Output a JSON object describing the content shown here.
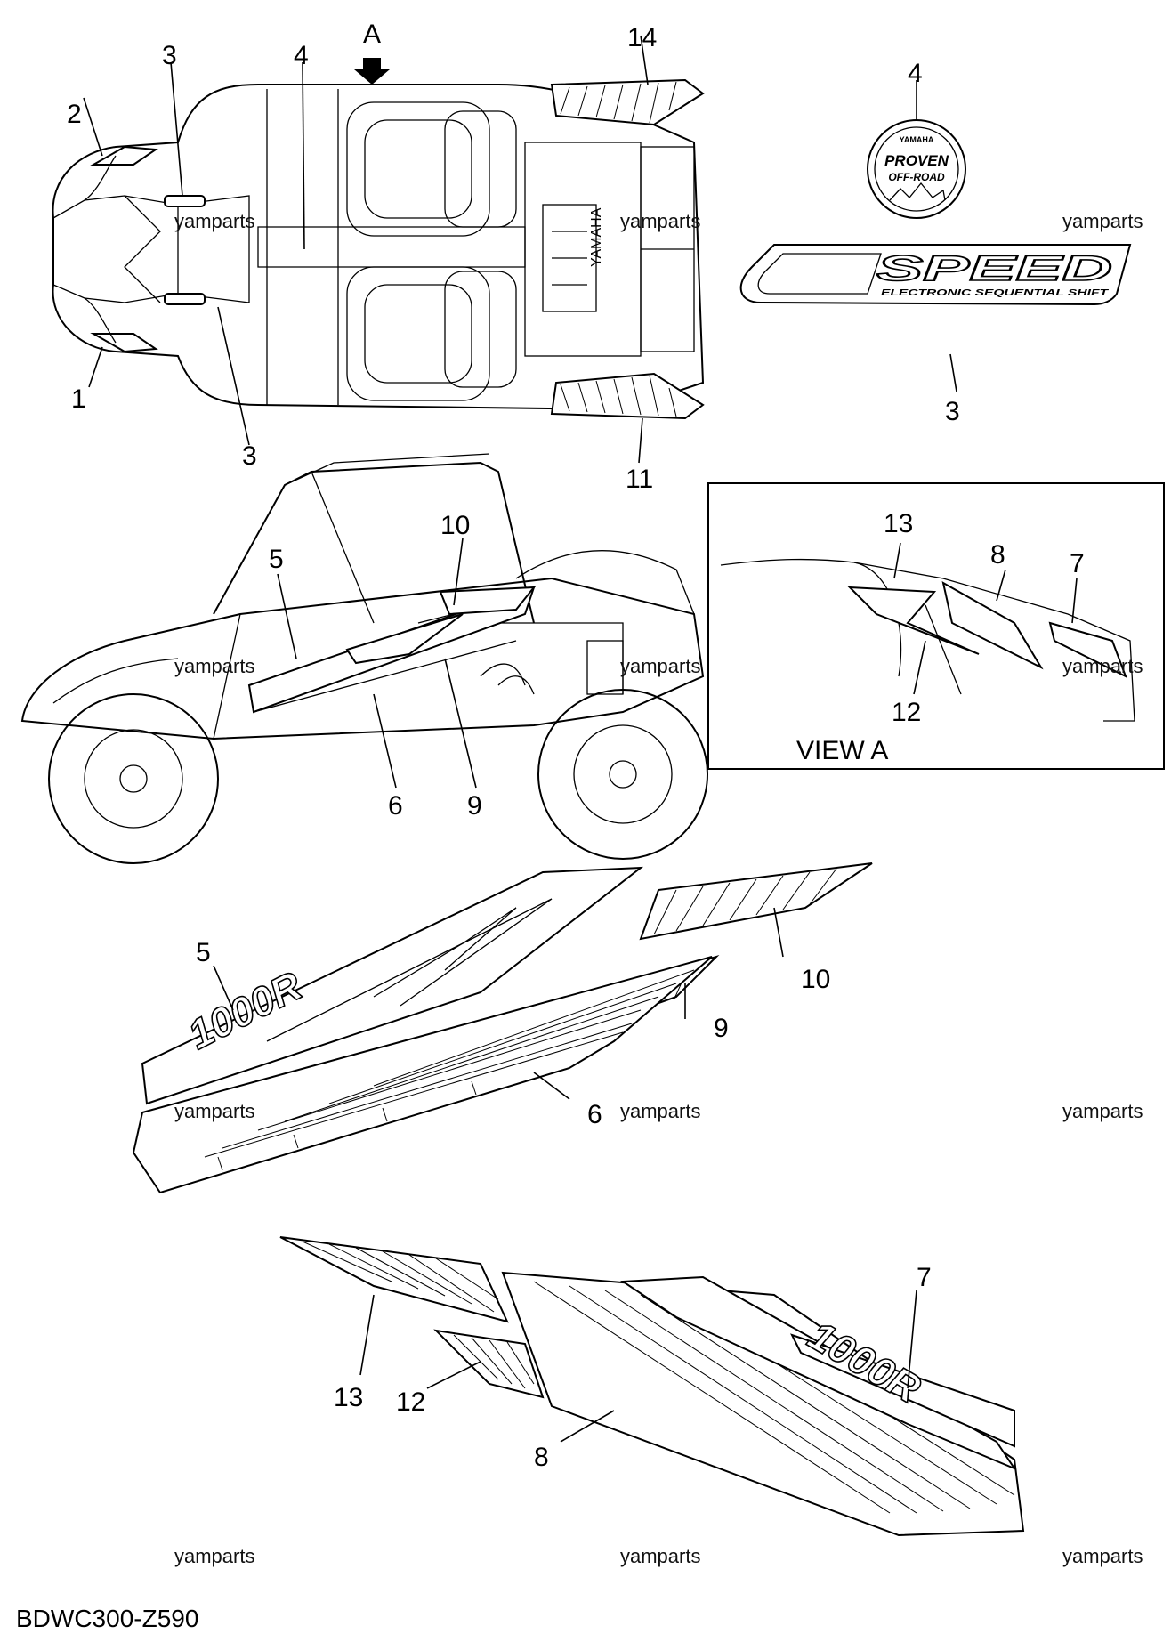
{
  "diagram": {
    "code": "BDWC300-Z590",
    "view_label": "VIEW A",
    "arrow_label": "A",
    "watermark": "yamparts",
    "badge": {
      "brand": "YAMAHA",
      "line1": "PROVEN",
      "line2": "OFF-ROAD"
    },
    "speed_decal": {
      "big": "SPEED",
      "small": "ELECTRONIC SEQUENTIAL SHIFT"
    },
    "model_text": "1000R",
    "hood_text": "YAMAHA",
    "callouts": [
      "1",
      "2",
      "3",
      "3",
      "3",
      "4",
      "4",
      "14",
      "11",
      "5",
      "10",
      "6",
      "9",
      "13",
      "8",
      "7",
      "12",
      "5",
      "10",
      "9",
      "6",
      "7",
      "13",
      "12",
      "8"
    ]
  }
}
